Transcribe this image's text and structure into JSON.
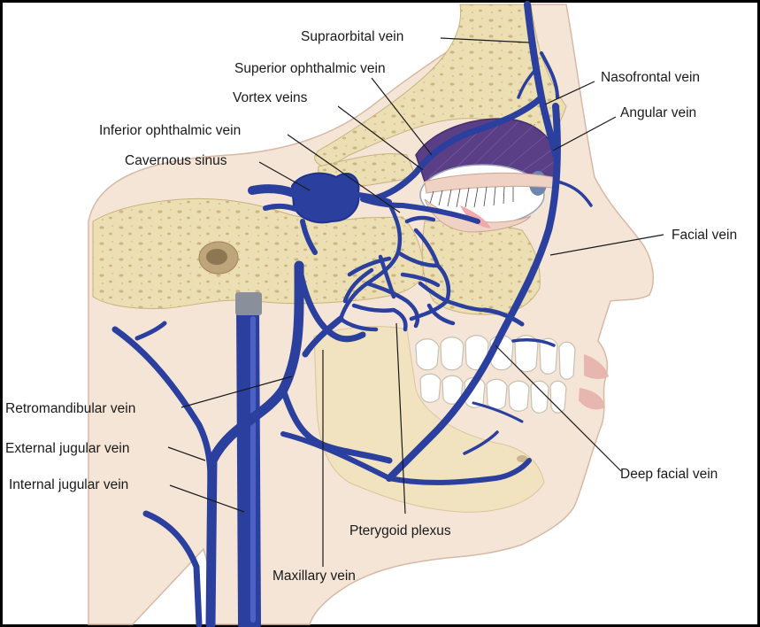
{
  "labels": {
    "supraorbital_vein": "Supraorbital vein",
    "superior_ophthalmic_vein": "Superior ophthalmic vein",
    "nasofrontal_vein": "Nasofrontal vein",
    "vortex_veins": "Vortex veins",
    "angular_vein": "Angular vein",
    "inferior_ophthalmic_vein": "Inferior ophthalmic vein",
    "cavernous_sinus": "Cavernous sinus",
    "facial_vein": "Facial vein",
    "retromandibular_vein": "Retromandibular vein",
    "external_jugular_vein": "External jugular vein",
    "internal_jugular_vein": "Internal jugular vein",
    "deep_facial_vein": "Deep facial vein",
    "pterygoid_plexus": "Pterygoid plexus",
    "maxillary_vein": "Maxillary vein"
  },
  "colors": {
    "vein": "#2f46a8",
    "vein_highlight": "#5a70d0",
    "bone": "#ecdfb3",
    "bone_dots": "#c9b27c",
    "skin": "#f4e5d7",
    "skin_edge": "#d7b9a6",
    "orbit": "#5b3f86",
    "frame": "#000000",
    "background": "#ffffff"
  }
}
